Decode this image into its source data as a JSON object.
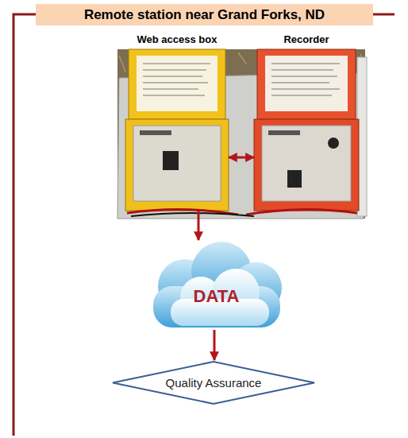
{
  "diagram": {
    "title": "Remote station near Grand Forks, ND",
    "nodes": [
      {
        "text": [
          "Web access box"
        ]
      },
      {
        "text": [
          "Recorder"
        ]
      },
      {
        "text": [
          "DATA"
        ]
      },
      {
        "text": [
          "Quality Assurance"
        ]
      }
    ],
    "edges": [
      {
        "from": 0,
        "to": 1,
        "arrow": "both"
      },
      {
        "from": 0,
        "to": 2,
        "arrow": "to"
      },
      {
        "from": 2,
        "to": 3,
        "arrow": "to"
      }
    ]
  }
}
